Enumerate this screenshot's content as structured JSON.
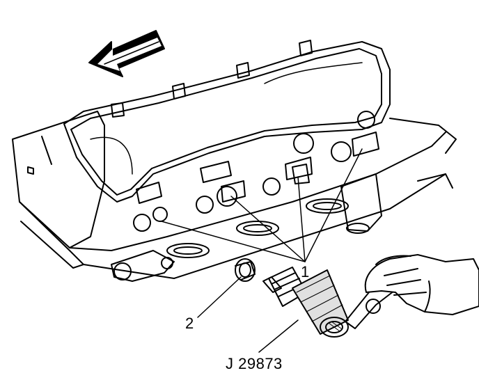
{
  "diagram": {
    "callouts": {
      "part_1": "1",
      "part_2": "2",
      "tool": "J 29873"
    },
    "colors": {
      "ink": "#000000",
      "paper": "#ffffff"
    },
    "icons": {
      "direction_arrow": "arrow-left-icon",
      "hand": "hand-icon",
      "ratchet": "ratchet-icon"
    }
  }
}
